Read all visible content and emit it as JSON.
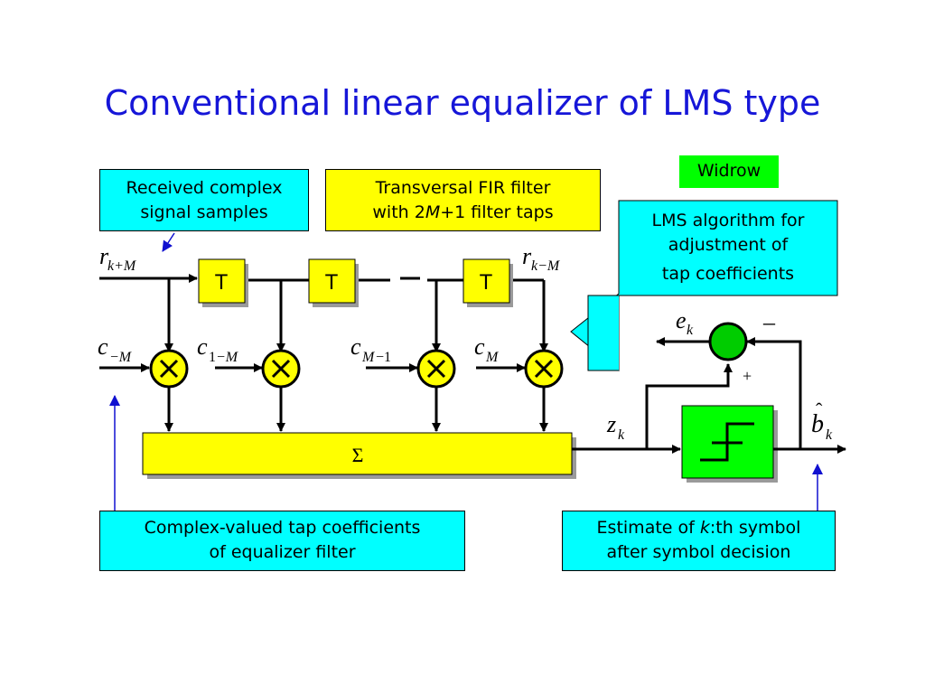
{
  "title": "Conventional linear equalizer of LMS type",
  "labels": {
    "received_line1": "Received complex",
    "received_line2": "signal samples",
    "fir_line1": "Transversal FIR filter",
    "fir_line2_pre": "with 2",
    "fir_line2_M": "M",
    "fir_line2_post": "+1 filter taps",
    "widrow": "Widrow",
    "lms_line1": "LMS algorithm for",
    "lms_line2": "adjustment of",
    "lms_line3": "tap coefficients",
    "complex_line1": "Complex-valued tap coefficients",
    "complex_line2": "of equalizer filter",
    "estimate_line1_pre": "Estimate of ",
    "estimate_line1_k": "k",
    "estimate_line1_post": ":th symbol",
    "estimate_line2": "after symbol decision"
  },
  "delay_label": "T",
  "sum_symbol": "Σ",
  "math": {
    "r": "r",
    "r_in_sub": "k+M",
    "r_out_sub": "k−M",
    "c": "c",
    "c1_sub": "−M",
    "c2_sub_num": "1",
    "c2_sub": "−M",
    "c3_sub": "M",
    "c3_sub_num": "−1",
    "c4_sub": "M",
    "z": "z",
    "z_sub": "k",
    "e": "e",
    "e_sub": "k",
    "b": "b",
    "b_hat": "ˆ",
    "b_sub": "k",
    "minus": "–",
    "plus": "+"
  }
}
